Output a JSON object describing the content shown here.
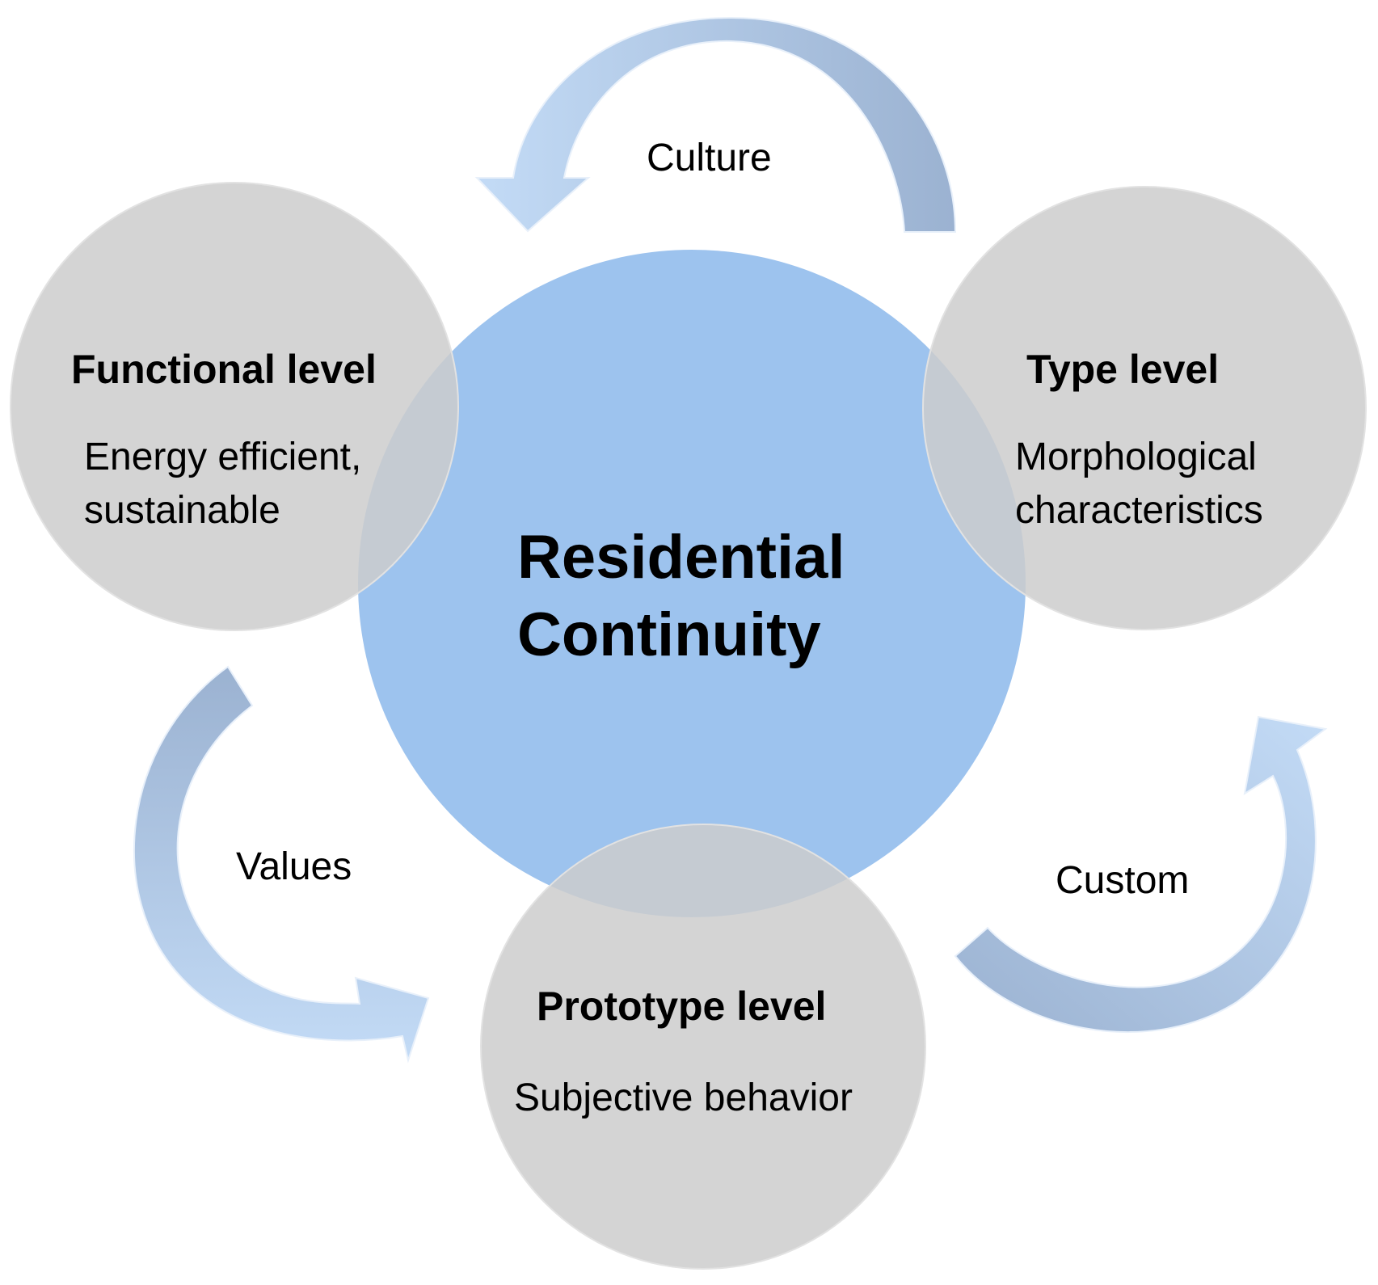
{
  "center": {
    "line1": "Residential",
    "line2": "Continuity"
  },
  "nodes": [
    {
      "key": "functional",
      "title": "Functional level",
      "desc_line1": "Energy efficient,",
      "desc_line2": "sustainable"
    },
    {
      "key": "type",
      "title": "Type level",
      "desc_line1": "Morphological",
      "desc_line2": "characteristics"
    },
    {
      "key": "prototype",
      "title": "Prototype level",
      "desc_line1": "Subjective behavior"
    }
  ],
  "arrows": [
    {
      "key": "culture",
      "label": "Culture"
    },
    {
      "key": "values",
      "label": "Values"
    },
    {
      "key": "custom",
      "label": "Custom"
    }
  ],
  "colors": {
    "center_circle": "#9DC3EE",
    "outer_circle": "#D4D4D4",
    "arrow_light": "#BDD6F4",
    "arrow_dark": "#9EB4D2",
    "text": "#000000"
  }
}
